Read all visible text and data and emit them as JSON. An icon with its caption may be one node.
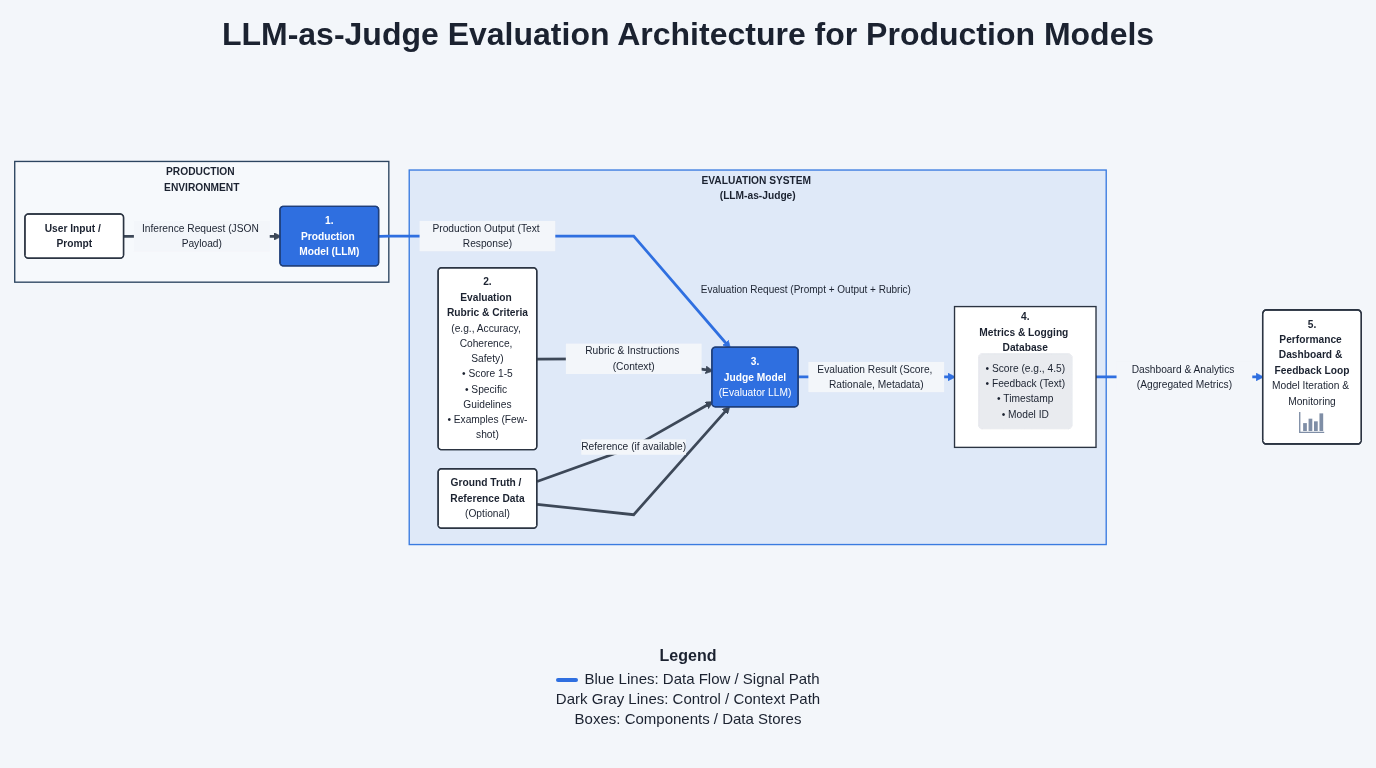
{
  "diagram": {
    "title": "LLM-as-Judge Evaluation Architecture for Production Models",
    "nodes": [
      {
        "text": [
          "PRODUCTION ENVIRONMENT"
        ]
      },
      {
        "text": [
          "1.",
          "Production Model (LLM)"
        ],
        "in": 0
      },
      {
        "text": [
          "User Input / Prompt"
        ],
        "in": 0
      },
      {
        "text": [
          "EVALUATION SYSTEM (LLM-as-Judge)"
        ]
      },
      {
        "text": [
          "2.",
          "Evaluation Rubric & Criteria",
          "(e.g., Accuracy, Coherence, Safety)",
          "• Score 1-5",
          "• Specific Guidelines",
          "• Examples (Few-shot)"
        ],
        "in": 3
      },
      {
        "text": [
          "3.",
          "Judge Model",
          "(Evaluator LLM)"
        ],
        "in": 3
      },
      {
        "text": [
          "Ground Truth / Reference Data",
          "(Optional)"
        ],
        "in": 3
      },
      {
        "text": [
          "4.",
          "Metrics & Logging Database"
        ],
        "in": 3
      },
      {
        "text": [
          "• Score (e.g., 4.5)",
          "• Feedback (Text)",
          "• Timestamp",
          "• Model ID"
        ],
        "in": 7
      },
      {
        "text": [
          "5.",
          "Performance Dashboard & Feedback Loop",
          "Model Iteration & Monitoring"
        ]
      }
    ],
    "edges": [
      {
        "from": 2,
        "to": 1,
        "arrow": "to",
        "label": "Inference Request (JSON Payload)"
      },
      {
        "from": 1,
        "to": 5,
        "arrow": "to",
        "label": "Production Output (Text Response)",
        "color": "#2f6fe0"
      },
      {
        "from": 4,
        "to": 5,
        "arrow": "to",
        "label": "Rubric & Instructions (Context)"
      },
      {
        "from": 6,
        "to": 5,
        "arrow": "to",
        "label": "Reference (if available)"
      },
      {
        "from": 6,
        "to": 5,
        "arrow": "to"
      },
      {
        "from": 5,
        "to": 7,
        "arrow": "to",
        "label": "Evaluation Result (Score, Rationale, Metadata)",
        "color": "#2f6fe0"
      },
      {
        "from": 7,
        "to": 9,
        "arrow": "to",
        "label": "Dashboard & Analytics (Aggregated Metrics)",
        "color": "#2f6fe0"
      }
    ],
    "labels": [
      "Evaluation Request (Prompt + Output + Rubric)",
      "Legend"
    ],
    "legend": [
      {
        "text": "Blue Lines: Data Flow / Signal Path",
        "color": "#2f6fe0"
      },
      {
        "text": "Dark Gray Lines: Control / Context Path"
      },
      {
        "text": "Boxes: Components / Data Stores"
      }
    ]
  }
}
